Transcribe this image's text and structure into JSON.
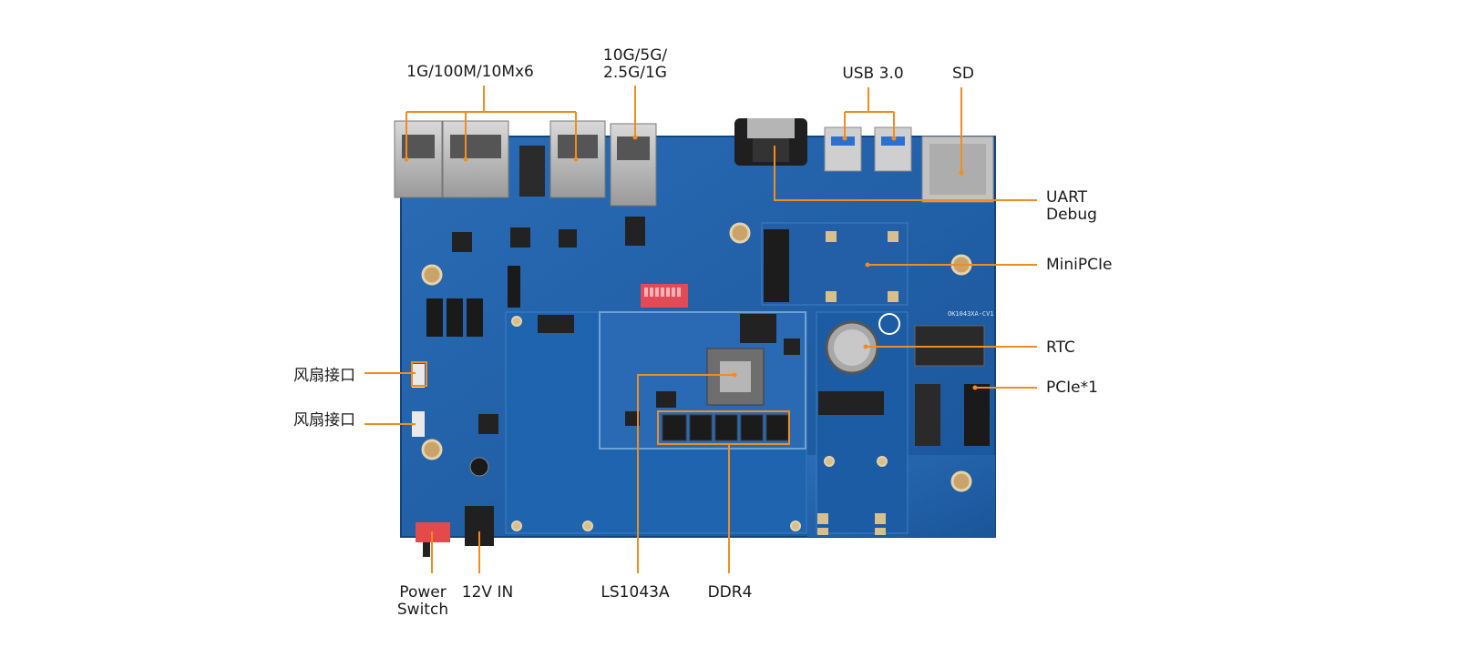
{
  "labels": {
    "eth_1g": "1G/100M/10Mx6",
    "eth_10g_line1": "10G/5G/",
    "eth_10g_line2": "2.5G/1G",
    "usb": "USB 3.0",
    "sd": "SD",
    "uart_line1": "UART",
    "uart_line2": "Debug",
    "minipcie": "MiniPCIe",
    "rtc": "RTC",
    "pcie": "PCIe*1",
    "fan1": "风扇接口",
    "fan2": "风扇接口",
    "power_line1": "Power",
    "power_line2": "Switch",
    "power_in": "12V IN",
    "soc": "LS1043A",
    "ddr": "DDR4"
  },
  "board_silkscreen": "OK1043XA-CV1",
  "colors": {
    "callout": "#f28c1e",
    "board": "#1e5fa8",
    "board_dark": "#174e8f",
    "text": "#1a1a1a"
  }
}
